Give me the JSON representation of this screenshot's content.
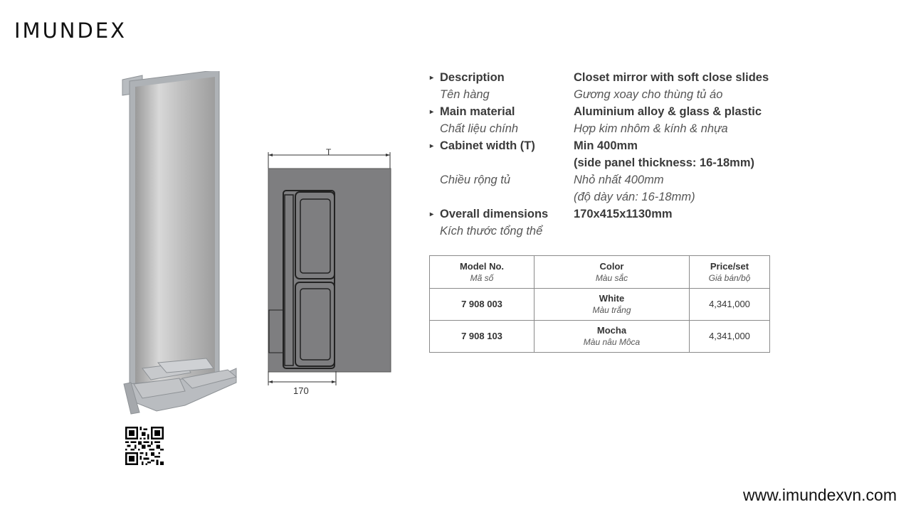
{
  "brand": {
    "logo_text": "IMUNDEX"
  },
  "specs": [
    {
      "label": "Description",
      "value": "Closet mirror with soft close slides",
      "style": "bold",
      "bullet": true
    },
    {
      "label": "Tên hàng",
      "value": "Gương xoay cho thùng tủ áo",
      "style": "ital",
      "bullet": false
    },
    {
      "label": "Main material",
      "value": "Aluminium alloy & glass & plastic",
      "style": "bold",
      "bullet": true
    },
    {
      "label": "Chất liệu chính",
      "value": "Hợp kim nhôm & kính & nhựa",
      "style": "ital",
      "bullet": false
    },
    {
      "label": "Cabinet width (T)",
      "value": "Min 400mm",
      "style": "bold",
      "bullet": true
    },
    {
      "label": "",
      "value": "(side panel thickness: 16-18mm)",
      "style": "bold",
      "bullet": false
    },
    {
      "label": "Chiều rộng tủ",
      "value": "Nhỏ nhất 400mm",
      "style": "ital",
      "bullet": false
    },
    {
      "label": "",
      "value": "(độ dày ván: 16-18mm)",
      "style": "ital",
      "bullet": false
    },
    {
      "label": "Overall dimensions",
      "value": "170x415x1130mm",
      "style": "bold",
      "bullet": true
    },
    {
      "label": "Kích thước tổng thể",
      "value": "",
      "style": "ital",
      "bullet": false
    }
  ],
  "table": {
    "headers": [
      {
        "main": "Model No.",
        "sub": "Mã số"
      },
      {
        "main": "Color",
        "sub": "Màu sắc"
      },
      {
        "main": "Price/set",
        "sub": "Giá bán/bộ"
      }
    ],
    "rows": [
      {
        "model": "7 908 003",
        "color": "White",
        "color_sub": "Màu trắng",
        "price": "4,341,000"
      },
      {
        "model": "7 908 103",
        "color": "Mocha",
        "color_sub": "Màu nâu Môca",
        "price": "4,341,000"
      }
    ]
  },
  "drawing": {
    "top_label": "T",
    "bottom_label": "170"
  },
  "footer": {
    "website": "www.imundexvn.com"
  },
  "colors": {
    "panel": "#7e7e80",
    "frame": "#b5b8bc",
    "mirror": "#cfcfcf"
  }
}
